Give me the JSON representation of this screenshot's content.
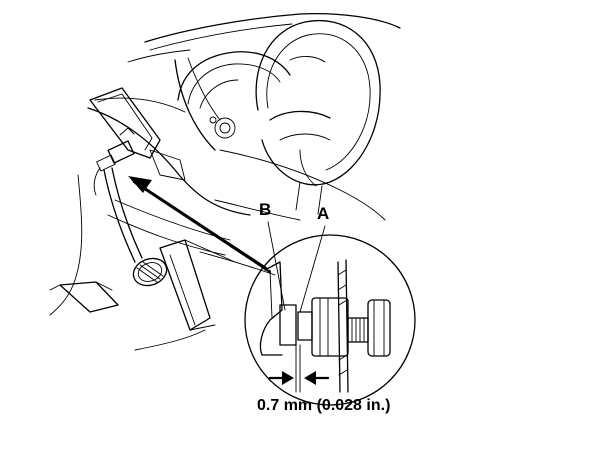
{
  "callouts": {
    "label_b": "B",
    "label_a": "A"
  },
  "measurement": {
    "gap_text": "0.7 mm (0.028 in.)"
  },
  "colors": {
    "ink": "#000000",
    "background": "#ffffff"
  }
}
